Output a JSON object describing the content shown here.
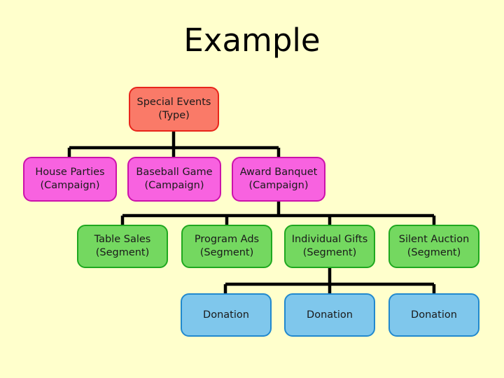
{
  "title": "Example",
  "background_color": "#FFFFCC",
  "diagram": {
    "type": "hierarchy-tree",
    "levels": [
      {
        "name": "type",
        "fill": "#FA7A68",
        "stroke": "#E8251B",
        "nodes": [
          {
            "id": "special-events",
            "line1": "Special Events",
            "line2": "(Type)"
          }
        ]
      },
      {
        "name": "campaign",
        "fill": "#F862E0",
        "stroke": "#CC11AA",
        "nodes": [
          {
            "id": "house-parties",
            "line1": "House Parties",
            "line2": "(Campaign)"
          },
          {
            "id": "baseball-game",
            "line1": "Baseball Game",
            "line2": "(Campaign)"
          },
          {
            "id": "award-banquet",
            "line1": "Award Banquet",
            "line2": "(Campaign)"
          }
        ]
      },
      {
        "name": "segment",
        "fill": "#74D860",
        "stroke": "#1FA81F",
        "nodes": [
          {
            "id": "table-sales",
            "line1": "Table Sales",
            "line2": "(Segment)"
          },
          {
            "id": "program-ads",
            "line1": "Program Ads",
            "line2": "(Segment)"
          },
          {
            "id": "individual-gifts",
            "line1": "Individual Gifts",
            "line2": "(Segment)"
          },
          {
            "id": "silent-auction",
            "line1": "Silent Auction",
            "line2": "(Segment)"
          }
        ]
      },
      {
        "name": "donation",
        "fill": "#7FC7EC",
        "stroke": "#2189CE",
        "nodes": [
          {
            "id": "donation-1",
            "line1": "Donation",
            "line2": ""
          },
          {
            "id": "donation-2",
            "line1": "Donation",
            "line2": ""
          },
          {
            "id": "donation-3",
            "line1": "Donation",
            "line2": ""
          }
        ]
      }
    ],
    "edges": [
      {
        "from": "special-events",
        "to": "house-parties"
      },
      {
        "from": "special-events",
        "to": "baseball-game"
      },
      {
        "from": "special-events",
        "to": "award-banquet"
      },
      {
        "from": "award-banquet",
        "to": "table-sales"
      },
      {
        "from": "award-banquet",
        "to": "program-ads"
      },
      {
        "from": "award-banquet",
        "to": "individual-gifts"
      },
      {
        "from": "award-banquet",
        "to": "silent-auction"
      },
      {
        "from": "individual-gifts",
        "to": "donation-1"
      },
      {
        "from": "individual-gifts",
        "to": "donation-2"
      },
      {
        "from": "individual-gifts",
        "to": "donation-3"
      }
    ],
    "connector_color": "#000000"
  }
}
